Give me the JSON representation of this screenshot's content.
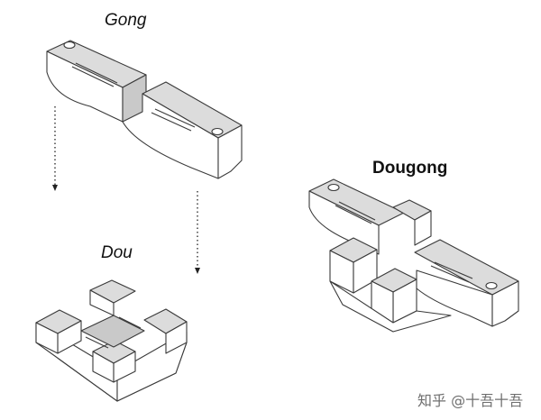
{
  "labels": {
    "gong": "Gong",
    "dou": "Dou",
    "dougong": "Dougong"
  },
  "watermark": "知乎 @十吾十吾",
  "colors": {
    "top_face": "#dcdcdc",
    "side_face": "#ffffff",
    "outline": "#3a3a3a"
  }
}
